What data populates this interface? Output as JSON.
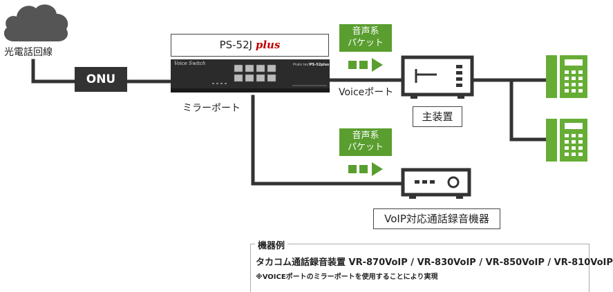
{
  "cloud_label": "光電話回線",
  "onu_label": "ONU",
  "switch": {
    "model": "PS-52J",
    "model_suffix": "plus",
    "faceplate_left": "Voice Switch",
    "faceplate_brand": "Prato tech",
    "faceplate_model": "PS-52plus"
  },
  "mirror_port_label": "ミラーポート",
  "voice_port_label": "Voiceポート",
  "packet_label_top": {
    "line1": "音声系",
    "line2": "パケット"
  },
  "packet_label_bottom": {
    "line1": "音声系",
    "line2": "パケット"
  },
  "main_device_label": "主装置",
  "recorder_label": "VoIP対応通話録音機器",
  "notes": {
    "title": "機器例",
    "line1": "タカコム通話録音装置 VR-870VoIP / VR-830VoIP / VR-850VoIP / VR-810VoIP",
    "line2": "※VOICEポートのミラーポートを使用することにより実現"
  },
  "colors": {
    "green": "#5a9e2f",
    "phone_green": "#66ad35",
    "line": "#333333",
    "cloud": "#555555",
    "switch_body": "#2b2b2b",
    "suffix_red": "#c00000"
  }
}
